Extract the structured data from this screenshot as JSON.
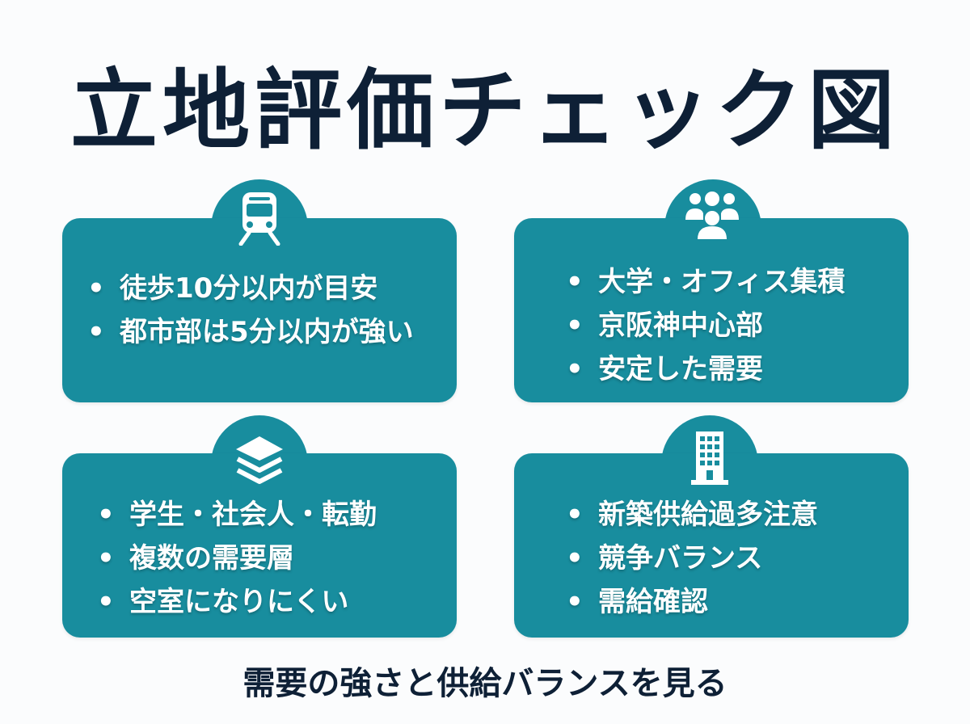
{
  "title": "立地評価チェック図",
  "cards": [
    {
      "icon": "train-icon",
      "items": [
        "徒歩10分以内が目安",
        "都市部は5分以内が強い"
      ]
    },
    {
      "icon": "people-group-icon",
      "items": [
        "大学・オフィス集積",
        "京阪神中心部",
        "安定した需要"
      ]
    },
    {
      "icon": "layers-icon",
      "items": [
        "学生・社会人・転勤",
        "複数の需要層",
        "空室になりにくい"
      ]
    },
    {
      "icon": "building-icon",
      "items": [
        "新築供給過多注意",
        "競争バランス",
        "需給確認"
      ]
    }
  ],
  "footer": "需要の強さと供給バランスを見る",
  "colors": {
    "card": "#188d9e",
    "title": "#0e2036",
    "text": "#ffffff",
    "background": "#fbfcfd"
  }
}
